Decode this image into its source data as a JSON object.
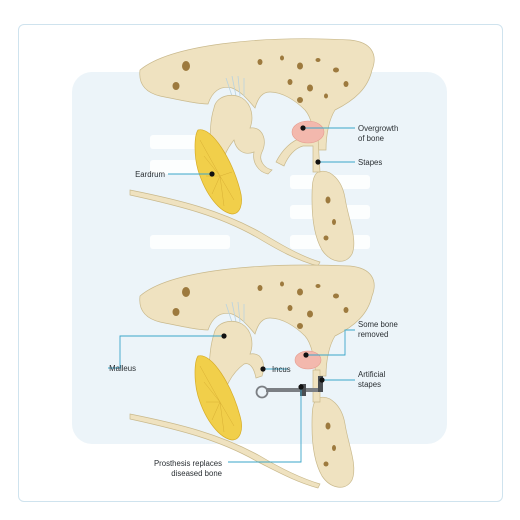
{
  "colors": {
    "panel_bg": "#ecf4f9",
    "leader_line": "#3aa6c9",
    "bone": "#efe2c0",
    "bone_pore": "#9d7a3e",
    "eardrum": "#f1cf4a",
    "overgrowth": "#f3b8ad",
    "prosthesis": "#7b7f84"
  },
  "top_diagram": {
    "labels": {
      "overgrowth_line1": "Overgrowth",
      "overgrowth_line2": "of bone",
      "stapes": "Stapes",
      "eardrum": "Eardrum"
    }
  },
  "bottom_diagram": {
    "labels": {
      "some_bone_line1": "Some bone",
      "some_bone_line2": "removed",
      "artificial_line1": "Artificial",
      "artificial_line2": "stapes",
      "malleus": "Malleus",
      "incus": "Incus",
      "prosthesis_line1": "Prosthesis replaces",
      "prosthesis_line2": "diseased bone"
    }
  },
  "icons": [
    "ear-anatomy-illustration"
  ]
}
